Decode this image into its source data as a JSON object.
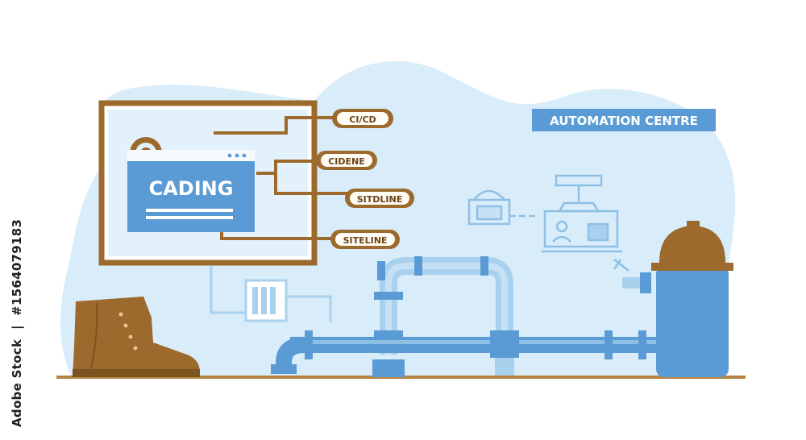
{
  "title_banner": "AUTOMATION CENTRE",
  "browser_title": "CADING",
  "tags": [
    "CI/CD",
    "CIDENE",
    "SITDLINE",
    "SITELINE"
  ],
  "stock_brand": "Adobe Stock",
  "stock_separator": "|",
  "stock_id": "#1564079183",
  "colors": {
    "brown": "#9b6a2c",
    "blue": "#5b9bd5",
    "light_blue": "#d8ecfa",
    "pale_blue": "#a9d1ee",
    "cream": "#fffdf5"
  }
}
